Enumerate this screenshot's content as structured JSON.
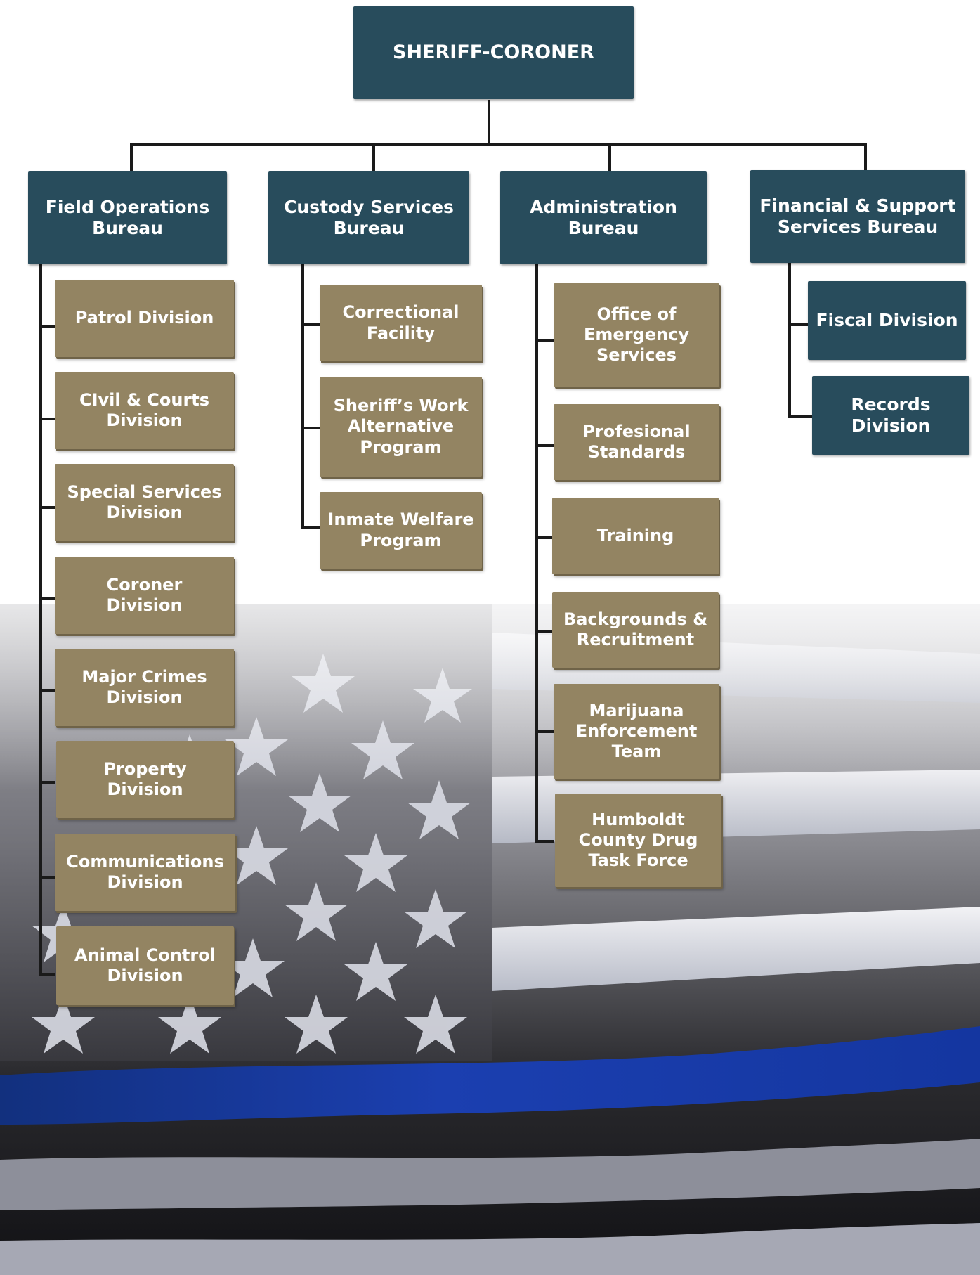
{
  "colors": {
    "bureau_fill": "#284c5c",
    "division_fill": "#938462",
    "connector": "#1a1a1a",
    "thin_blue_line": "#1b3fb0"
  },
  "background": {
    "image": "american-flag-thin-blue-line"
  },
  "chart": {
    "root": "SHERIFF-CORONER",
    "bureaus": [
      {
        "label": "Field Operations\nBureau",
        "divisions": [
          "Patrol Division",
          "CIvil & Courts\nDivision",
          "Special Services\nDivision",
          "Coroner\nDivision",
          "Major Crimes\nDivision",
          "Property\nDivision",
          "Communications\nDivision",
          "Animal Control\nDivision"
        ]
      },
      {
        "label": "Custody Services\nBureau",
        "divisions": [
          "Correctional\nFacility",
          "Sheriff’s Work\nAlternative\nProgram",
          "Inmate Welfare\nProgram"
        ]
      },
      {
        "label": "Administration\nBureau",
        "divisions": [
          "Office of\nEmergency\nServices",
          "Profesional\nStandards",
          "Training",
          "Backgrounds &\nRecruitment",
          "Marijuana\nEnforcement\nTeam",
          "Humboldt\nCounty Drug\nTask Force"
        ]
      },
      {
        "label": "Financial & Support\nServices Bureau",
        "divisions": [
          "Fiscal Division",
          "Records\nDivision"
        ]
      }
    ]
  }
}
